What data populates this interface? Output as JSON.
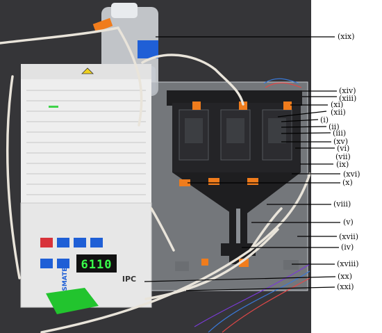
{
  "labels": {
    "i": "(i)",
    "ii": "(ii)",
    "iii": "(iii)",
    "iv": "(iv)",
    "v": "(v)",
    "vi": "(vi)",
    "vii": "(vii)",
    "viii": "(viii)",
    "ix": "(ix)",
    "x": "(x)",
    "xi": "(xi)",
    "xii": "(xii)",
    "xiii": "(xiii)",
    "xiv": "(xiv)",
    "xv": "(xv)",
    "xvi": "(xvi)",
    "xvii": "(xvii)",
    "xviii": "(xviii)",
    "xix": "(xix)",
    "xx": "(xx)",
    "xxi": "(xxi)"
  },
  "device": {
    "display_reading": "6110",
    "pump_model": "IPC",
    "brand": "ISMATEC"
  },
  "colors": {
    "bench": "#3a3a3c",
    "tape_green": "#22c42e",
    "tape_orange": "#f07c1c",
    "tape_blue": "#1f5fd6",
    "display_green": "#39ff4a",
    "frame_black": "#1e1e20"
  }
}
